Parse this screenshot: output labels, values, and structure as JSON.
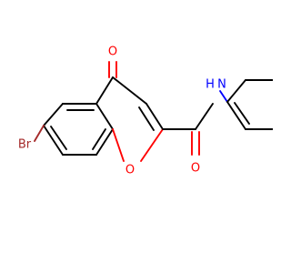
{
  "molecule": {
    "atom_labels": {
      "bromine": "Br",
      "carbonyl_oxygen_ketone": "O",
      "ring_oxygen": "O",
      "amide_oxygen": "O",
      "amide_nitrogen": "N",
      "amide_hydrogen": "H",
      "methoxy_oxygen": "O"
    },
    "colors": {
      "carbon_bond": "#000000",
      "oxygen": "#ff0000",
      "nitrogen": "#0000ff",
      "bromine": "#a52a2a",
      "background": "#ffffff"
    }
  }
}
